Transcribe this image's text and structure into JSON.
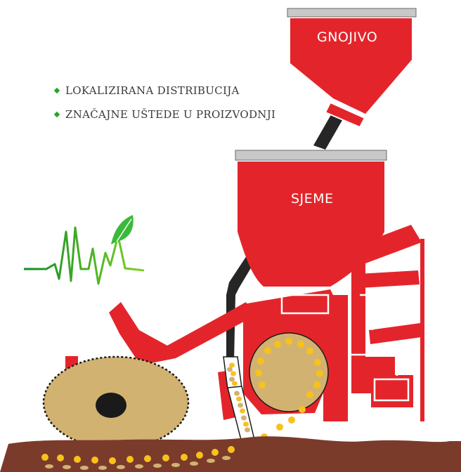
{
  "bullets": [
    {
      "text": "LOKALIZIRANA DISTRIBUCIJA"
    },
    {
      "text": "ZNAČAJNE UŠTEDE U PROIZVODNJI"
    }
  ],
  "hoppers": {
    "fertilizer_label": "GNOJIVO",
    "seed_label": "SJEME"
  },
  "colors": {
    "machine_red": "#e3252b",
    "hopper_lid": "#c8c8c8",
    "soil": "#7b3b2b",
    "seed_fill": "#d2b271",
    "grain_yellow": "#f7c21b",
    "leaf_green": "#3cb93a",
    "tube_dark": "#262626"
  },
  "icons": [
    "diamond-bullet-icon",
    "plant-pulse-icon",
    "leaf-icon"
  ]
}
